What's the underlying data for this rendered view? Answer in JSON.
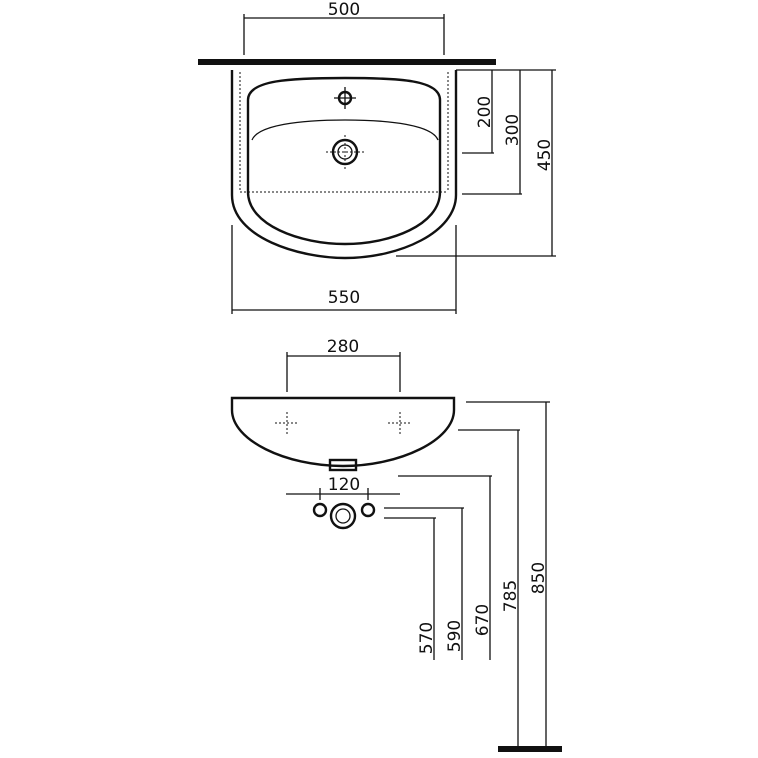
{
  "top_view": {
    "dim_width_top": "500",
    "dim_width_bottom": "550",
    "dim_depth_1": "200",
    "dim_depth_2": "300",
    "dim_depth_3": "450"
  },
  "front_view": {
    "dim_tap_spacing": "280",
    "dim_trap_spacing": "120",
    "dim_height_570": "570",
    "dim_height_590": "590",
    "dim_height_670": "670",
    "dim_height_785": "785",
    "dim_height_850": "850"
  }
}
